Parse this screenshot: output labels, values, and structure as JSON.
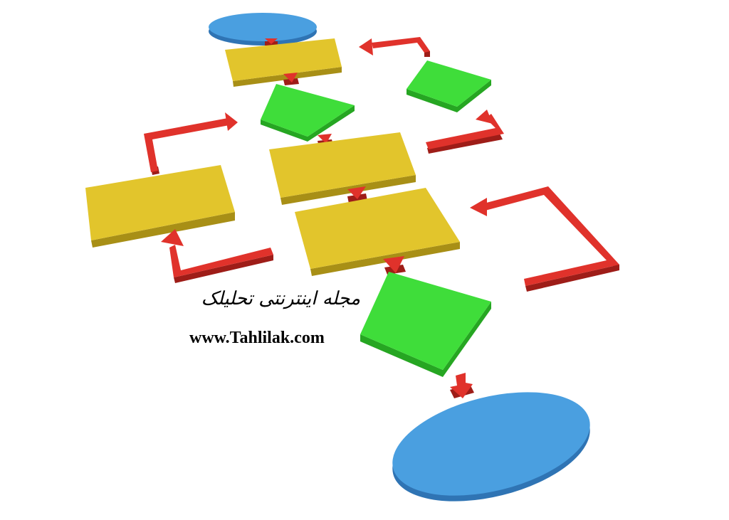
{
  "caption": {
    "title_fa": "مجله اینترنتی تحلیلک",
    "url": "www.Tahlilak.com"
  },
  "colors": {
    "terminal": "#4a9fe0",
    "process": "#e2c52c",
    "decision": "#3fdd3a",
    "arrow": "#e0322b"
  },
  "diagram": {
    "shapes": [
      {
        "id": "start-ellipse",
        "kind": "terminal",
        "icon": "ellipse"
      },
      {
        "id": "process-1",
        "kind": "process",
        "icon": "rectangle"
      },
      {
        "id": "decision-1",
        "kind": "decision",
        "icon": "square"
      },
      {
        "id": "decision-right",
        "kind": "decision",
        "icon": "square"
      },
      {
        "id": "process-2",
        "kind": "process",
        "icon": "rectangle"
      },
      {
        "id": "process-left",
        "kind": "process",
        "icon": "rectangle"
      },
      {
        "id": "process-3",
        "kind": "process",
        "icon": "rectangle"
      },
      {
        "id": "decision-2",
        "kind": "decision",
        "icon": "square"
      },
      {
        "id": "end-ellipse",
        "kind": "terminal",
        "icon": "ellipse"
      }
    ],
    "connectors": [
      {
        "id": "arrow-start-to-process-1",
        "icon": "arrow"
      },
      {
        "id": "arrow-process-1-to-decision-1",
        "icon": "arrow"
      },
      {
        "id": "arrow-decision-1-to-process-2",
        "icon": "arrow"
      },
      {
        "id": "arrow-process-2-to-process-3",
        "icon": "arrow"
      },
      {
        "id": "arrow-process-3-to-decision-2",
        "icon": "arrow"
      },
      {
        "id": "arrow-decision-2-to-end",
        "icon": "arrow"
      },
      {
        "id": "loop-arrow-top-right",
        "icon": "bent-arrow"
      },
      {
        "id": "loop-arrow-right-middle",
        "icon": "bent-arrow"
      },
      {
        "id": "loop-arrow-right-large",
        "icon": "bent-arrow"
      },
      {
        "id": "loop-arrow-left-top",
        "icon": "bent-arrow"
      },
      {
        "id": "loop-arrow-left-bottom",
        "icon": "bent-arrow"
      }
    ]
  }
}
